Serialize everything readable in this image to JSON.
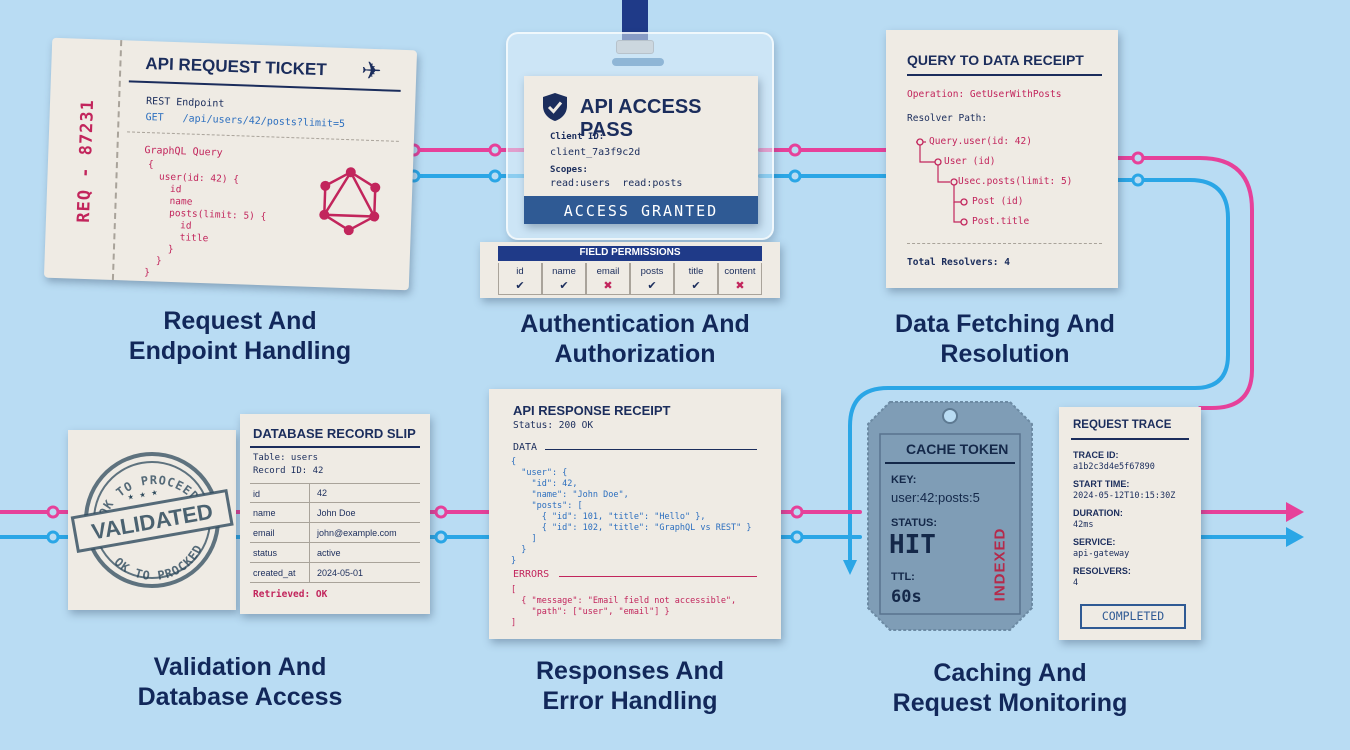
{
  "colors": {
    "background": "#b9dcf3",
    "pink": "#e6419a",
    "blue": "#2aa6e6",
    "navy": "#1b2d5c",
    "paper": "#efebe4"
  },
  "stages": [
    {
      "line1": "Request And",
      "line2": "Endpoint Handling"
    },
    {
      "line1": "Authentication And",
      "line2": "Authorization"
    },
    {
      "line1": "Data Fetching And",
      "line2": "Resolution"
    },
    {
      "line1": "Validation And",
      "line2": "Database Access"
    },
    {
      "line1": "Responses And",
      "line2": "Error Handling"
    },
    {
      "line1": "Caching And",
      "line2": "Request Monitoring"
    }
  ],
  "ticket": {
    "title": "API REQUEST TICKET",
    "stub": "REQ - 87231",
    "rest_label": "REST Endpoint",
    "method": "GET",
    "path": "/api/users/42/posts?limit=5",
    "gql_label": "GraphQL Query",
    "gql_lines": [
      "{",
      "  user(id: 42) {",
      "    id",
      "    name",
      "    posts(limit: 5) {",
      "      id",
      "      title",
      "    }",
      "  }",
      "}"
    ]
  },
  "pass": {
    "title": "API ACCESS PASS",
    "client_label": "Client ID:",
    "client_value": "client_7a3f9c2d",
    "scopes_label": "Scopes:",
    "scopes_value": "read:users  read:posts",
    "status": "ACCESS GRANTED"
  },
  "permissions": {
    "title": "FIELD PERMISSIONS",
    "fields": [
      {
        "name": "id",
        "mark": "✔",
        "ok": true
      },
      {
        "name": "name",
        "mark": "✔",
        "ok": true
      },
      {
        "name": "email",
        "mark": "✖",
        "ok": false
      },
      {
        "name": "posts",
        "mark": "✔",
        "ok": true
      },
      {
        "name": "title",
        "mark": "✔",
        "ok": true
      },
      {
        "name": "content",
        "mark": "✖",
        "ok": false
      }
    ]
  },
  "query_receipt": {
    "title": "QUERY TO DATA RECEIPT",
    "operation": "Operation: GetUserWithPosts",
    "resolver_label": "Resolver Path:",
    "resolvers": [
      "Query.user(id: 42)",
      "User (id)",
      "Usec.posts(limit: 5)",
      "Post (id)",
      "Post.title"
    ],
    "total": "Total Resolvers: 4"
  },
  "stamp": {
    "top": "OK TO PROCEED",
    "main": "VALIDATED",
    "bottom": "OK TO PROCKED"
  },
  "db_slip": {
    "title": "DATABASE RECORD SLIP",
    "table": "Table: users",
    "record": "Record ID: 42",
    "rows": [
      {
        "k": "id",
        "v": "42"
      },
      {
        "k": "name",
        "v": "John Doe"
      },
      {
        "k": "email",
        "v": "john@example.com"
      },
      {
        "k": "status",
        "v": "active"
      },
      {
        "k": "created_at",
        "v": "2024-05-01"
      }
    ],
    "retrieved": "Retrieved: OK"
  },
  "response": {
    "title": "API RESPONSE RECEIPT",
    "status": "Status: 200 OK",
    "data_label": "DATA",
    "data_lines": [
      "{",
      "  \"user\": {",
      "    \"id\": 42,",
      "    \"name\": \"John Doe\",",
      "    \"posts\": [",
      "      { \"id\": 101, \"title\": \"Hello\" },",
      "      { \"id\": 102, \"title\": \"GraphQL vs REST\" }",
      "    ]",
      "  }",
      "}"
    ],
    "errors_label": "ERRORS",
    "error_lines": [
      "[",
      "  { \"message\": \"Email field not accessible\",",
      "    \"path\": [\"user\", \"email\"] }",
      "]"
    ]
  },
  "cache": {
    "title": "CACHE TOKEN",
    "key_label": "KEY:",
    "key_value": "user:42:posts:5",
    "status_label": "STATUS:",
    "status_value": "HIT",
    "ttl_label": "TTL:",
    "ttl_value": "60s",
    "side_stamp": "INDEXED"
  },
  "trace": {
    "title": "REQUEST TRACE",
    "fields": [
      {
        "k": "TRACE ID:",
        "v": "a1b2c3d4e5f67890"
      },
      {
        "k": "START TIME:",
        "v": "2024-05-12T10:15:30Z"
      },
      {
        "k": "DURATION:",
        "v": "42ms"
      },
      {
        "k": "SERVICE:",
        "v": "api-gateway"
      },
      {
        "k": "RESOLVERS:",
        "v": "4"
      }
    ],
    "status": "COMPLETED"
  }
}
